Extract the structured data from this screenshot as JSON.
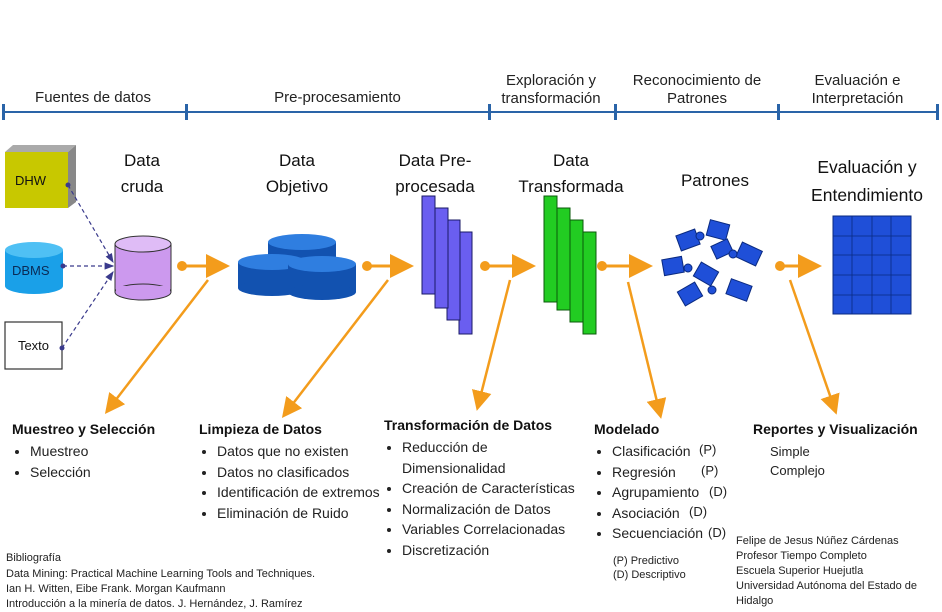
{
  "phases": [
    {
      "label": "Fuentes de datos"
    },
    {
      "label": "Pre-procesamiento"
    },
    {
      "label": "Exploración y transformación"
    },
    {
      "label": "Reconocimiento de Patrones"
    },
    {
      "label": "Evaluación e Interpretación"
    }
  ],
  "sources": [
    {
      "label": "DHW"
    },
    {
      "label": "DBMS"
    },
    {
      "label": "Texto"
    }
  ],
  "stages": [
    {
      "title": "Data cruda"
    },
    {
      "title": "Data Objetivo"
    },
    {
      "title": "Data Pre-procesada"
    },
    {
      "title": "Data Transformada"
    },
    {
      "title": "Patrones"
    },
    {
      "title": "Evaluación y Entendimiento"
    }
  ],
  "sections": {
    "muestreo": {
      "heading": "Muestreo y Selección",
      "items": [
        "Muestreo",
        "Selección"
      ]
    },
    "limpieza": {
      "heading": "Limpieza de Datos",
      "items": [
        "Datos que no existen",
        "Datos no clasificados",
        "Identificación de extremos",
        "Eliminación de Ruido"
      ]
    },
    "transformacion": {
      "heading": "Transformación de Datos",
      "items": [
        "Reducción de Dimensionalidad",
        "Creación de Características",
        "Normalización de Datos",
        "Variables Correlacionadas",
        "Discretización"
      ]
    },
    "modelado": {
      "heading": "Modelado",
      "items": [
        "Clasificación",
        "Regresión",
        "Agrupamiento",
        "Asociación",
        "Secuenciación"
      ],
      "tags": [
        "(P)",
        "(P)",
        "(D)",
        "(D)",
        "(D)"
      ],
      "legend_p": "(P) Predictivo",
      "legend_d": "(D) Descriptivo"
    },
    "reportes": {
      "heading": "Reportes y Visualización",
      "items": [
        "Simple",
        "Complejo"
      ]
    }
  },
  "bibliography": {
    "heading": "Bibliografía",
    "lines": [
      "Data Mining: Practical Machine Learning Tools and Techniques.",
      "Ian H. Witten, Eibe Frank. Morgan Kaufmann",
      "Introducción a la minería de datos. J. Hernández, J. Ramírez"
    ]
  },
  "author": {
    "lines": [
      "Felipe de Jesus Núñez Cárdenas",
      "Profesor Tiempo Completo",
      "Escuela Superior Huejutla",
      "Universidad Autónoma del Estado de",
      "Hidalgo"
    ]
  },
  "colors": {
    "axis": "#2a64a8",
    "arrow": "#f39c1c",
    "cylinder": "#cc99ee",
    "blue_db": "#1560c6",
    "purple_bar": "#6a5ef0",
    "green_bar": "#22cc22",
    "puzzle": "#1f4fd8",
    "dhw": "#c8c800"
  }
}
